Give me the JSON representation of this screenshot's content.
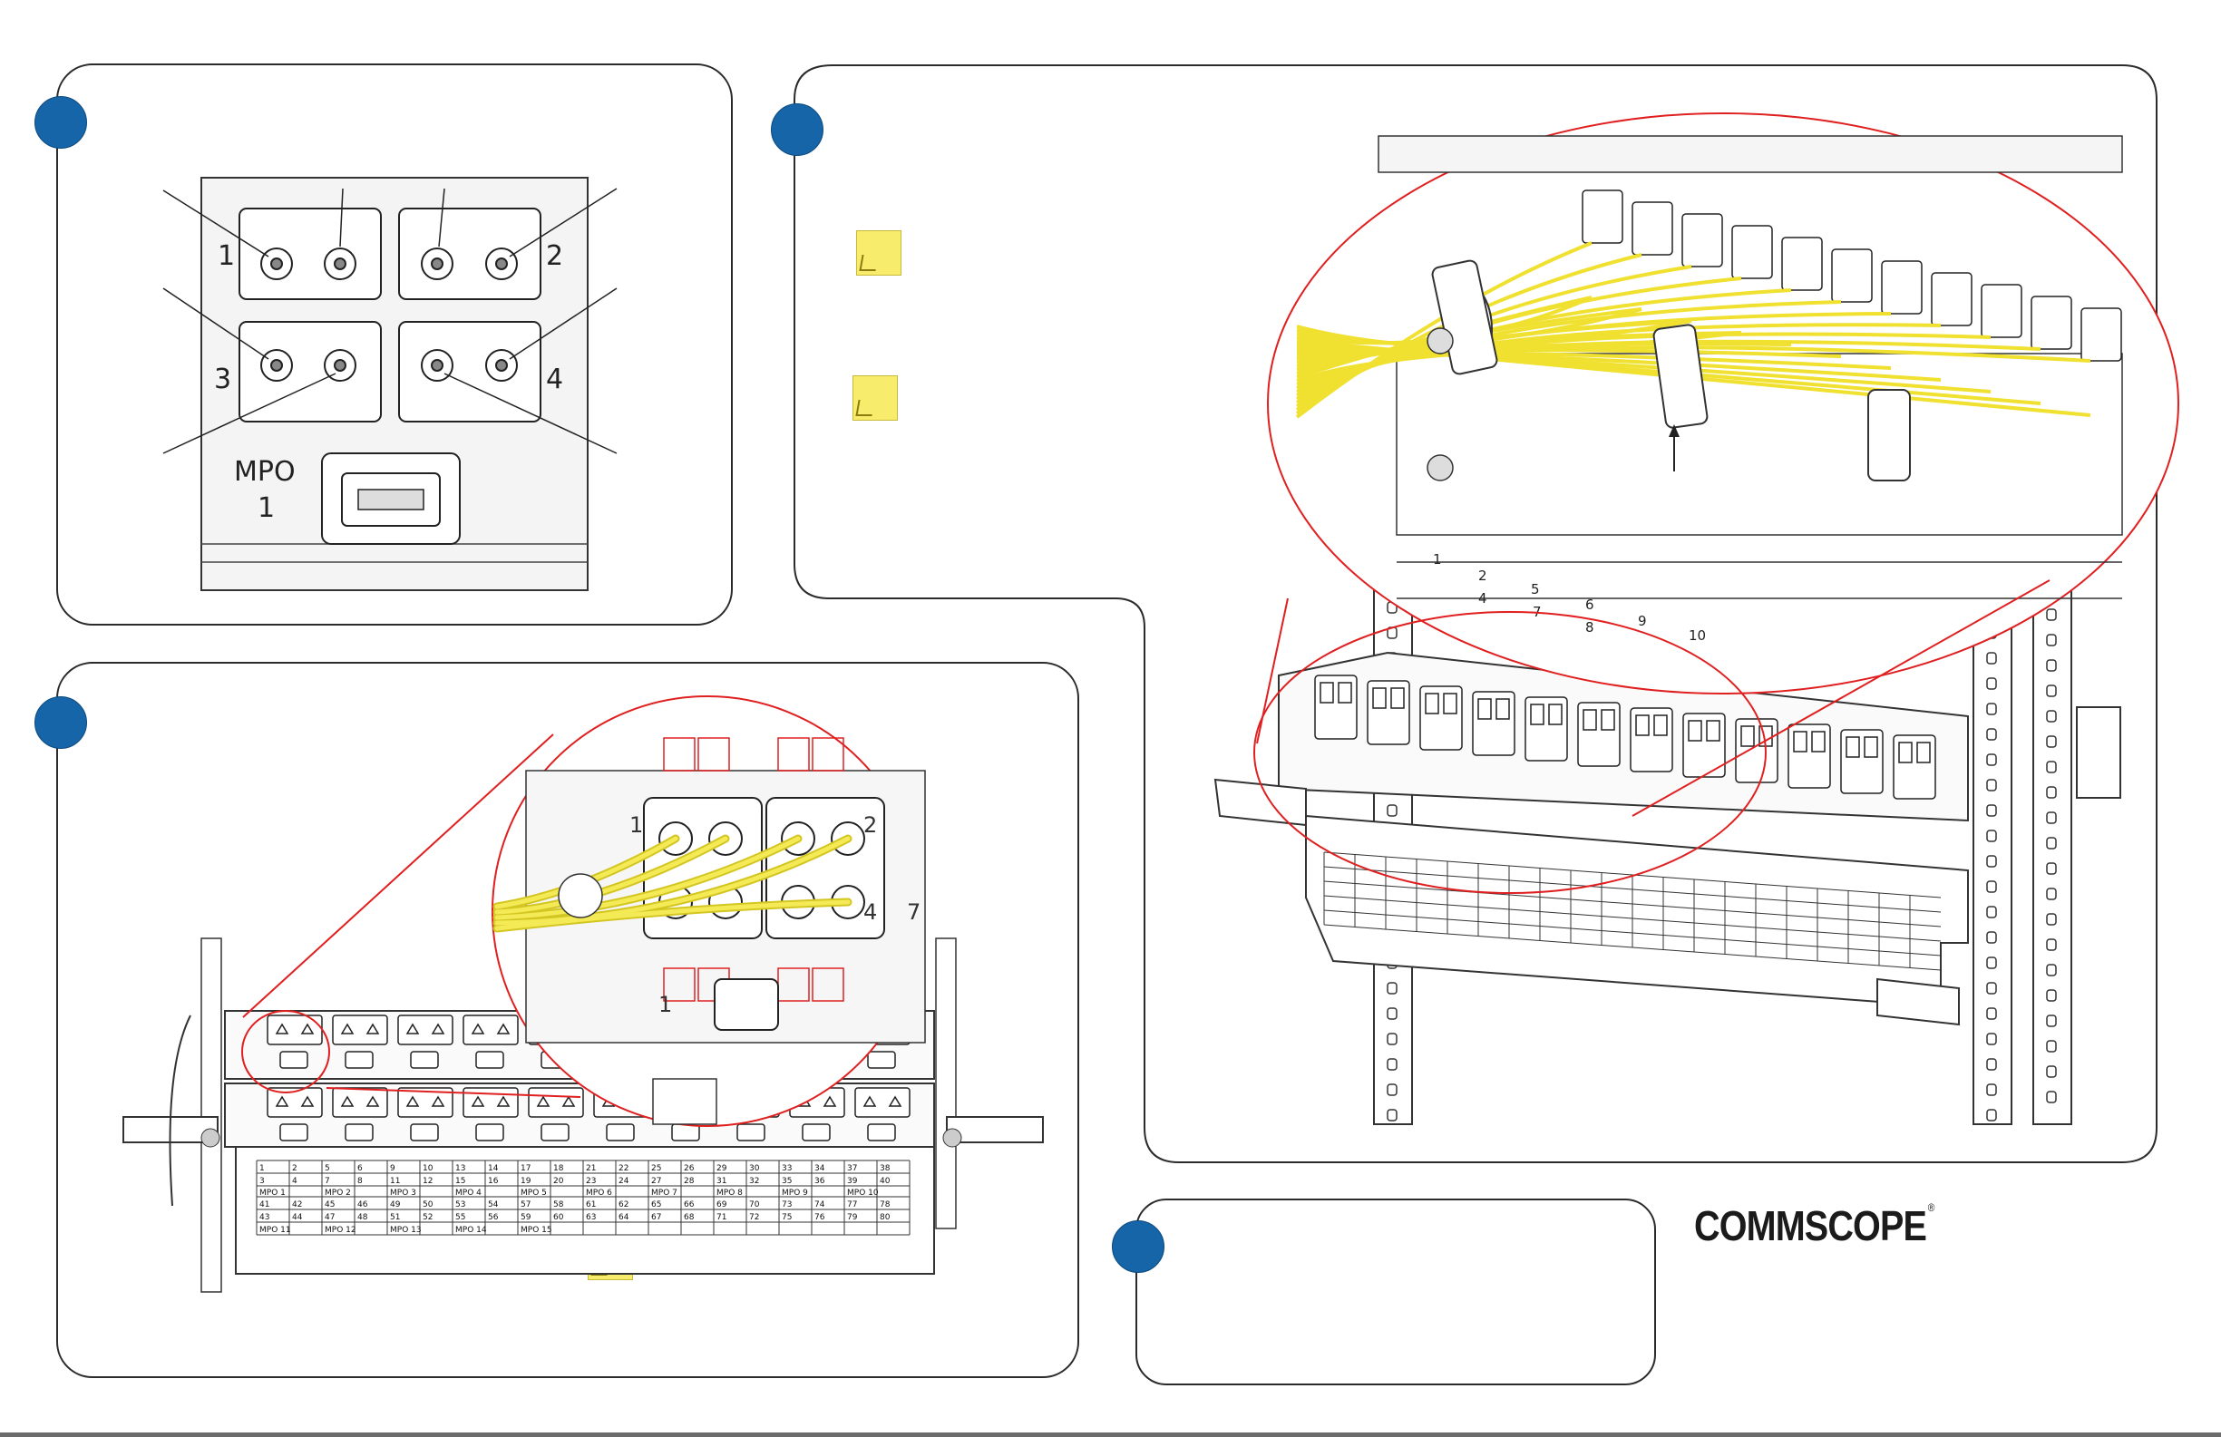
{
  "panel1": {
    "port_numbers": [
      "1",
      "2",
      "3",
      "4"
    ],
    "mpo_label": "MPO",
    "mpo_number": "1"
  },
  "panel2": {
    "zoom_row1": [
      "1",
      "2",
      "5",
      "6"
    ],
    "zoom_row2": [
      "4",
      "7",
      "8",
      "9",
      "10"
    ]
  },
  "panel3": {
    "port_numbers": [
      "1",
      "2",
      "4",
      "7"
    ],
    "mpo_number": "1",
    "tray_row1": [
      "1",
      "2",
      "5",
      "6",
      "9",
      "10",
      "13",
      "14",
      "17",
      "18",
      "21",
      "22",
      "25",
      "26",
      "29",
      "30",
      "33",
      "34",
      "37",
      "38"
    ],
    "tray_row2": [
      "3",
      "4",
      "7",
      "8",
      "11",
      "12",
      "15",
      "16",
      "19",
      "20",
      "23",
      "24",
      "27",
      "28",
      "31",
      "32",
      "35",
      "36",
      "39",
      "40"
    ],
    "tray_mpo1": [
      "MPO 1",
      "MPO 2",
      "MPO 3",
      "MPO 4",
      "MPO 5",
      "MPO 6",
      "MPO 7",
      "MPO 8",
      "MPO 9",
      "MPO 10"
    ],
    "tray_row3": [
      "41",
      "42",
      "45",
      "46",
      "49",
      "50",
      "53",
      "54",
      "57",
      "58",
      "61",
      "62",
      "65",
      "66",
      "69",
      "70",
      "73",
      "74",
      "77",
      "78"
    ],
    "tray_row4": [
      "43",
      "44",
      "47",
      "48",
      "51",
      "52",
      "55",
      "56",
      "59",
      "60",
      "63",
      "64",
      "67",
      "68",
      "71",
      "72",
      "75",
      "76",
      "79",
      "80"
    ],
    "tray_mpo2": [
      "MPO 11",
      "MPO 12",
      "MPO 13",
      "MPO 14",
      "MPO 15"
    ]
  },
  "brand": {
    "name": "COMMSCOPE",
    "mark": "®"
  },
  "colors": {
    "badge": "#1565a8",
    "callout": "#e02020",
    "fiber": "#f0e030",
    "note": "#f7ec6b"
  }
}
